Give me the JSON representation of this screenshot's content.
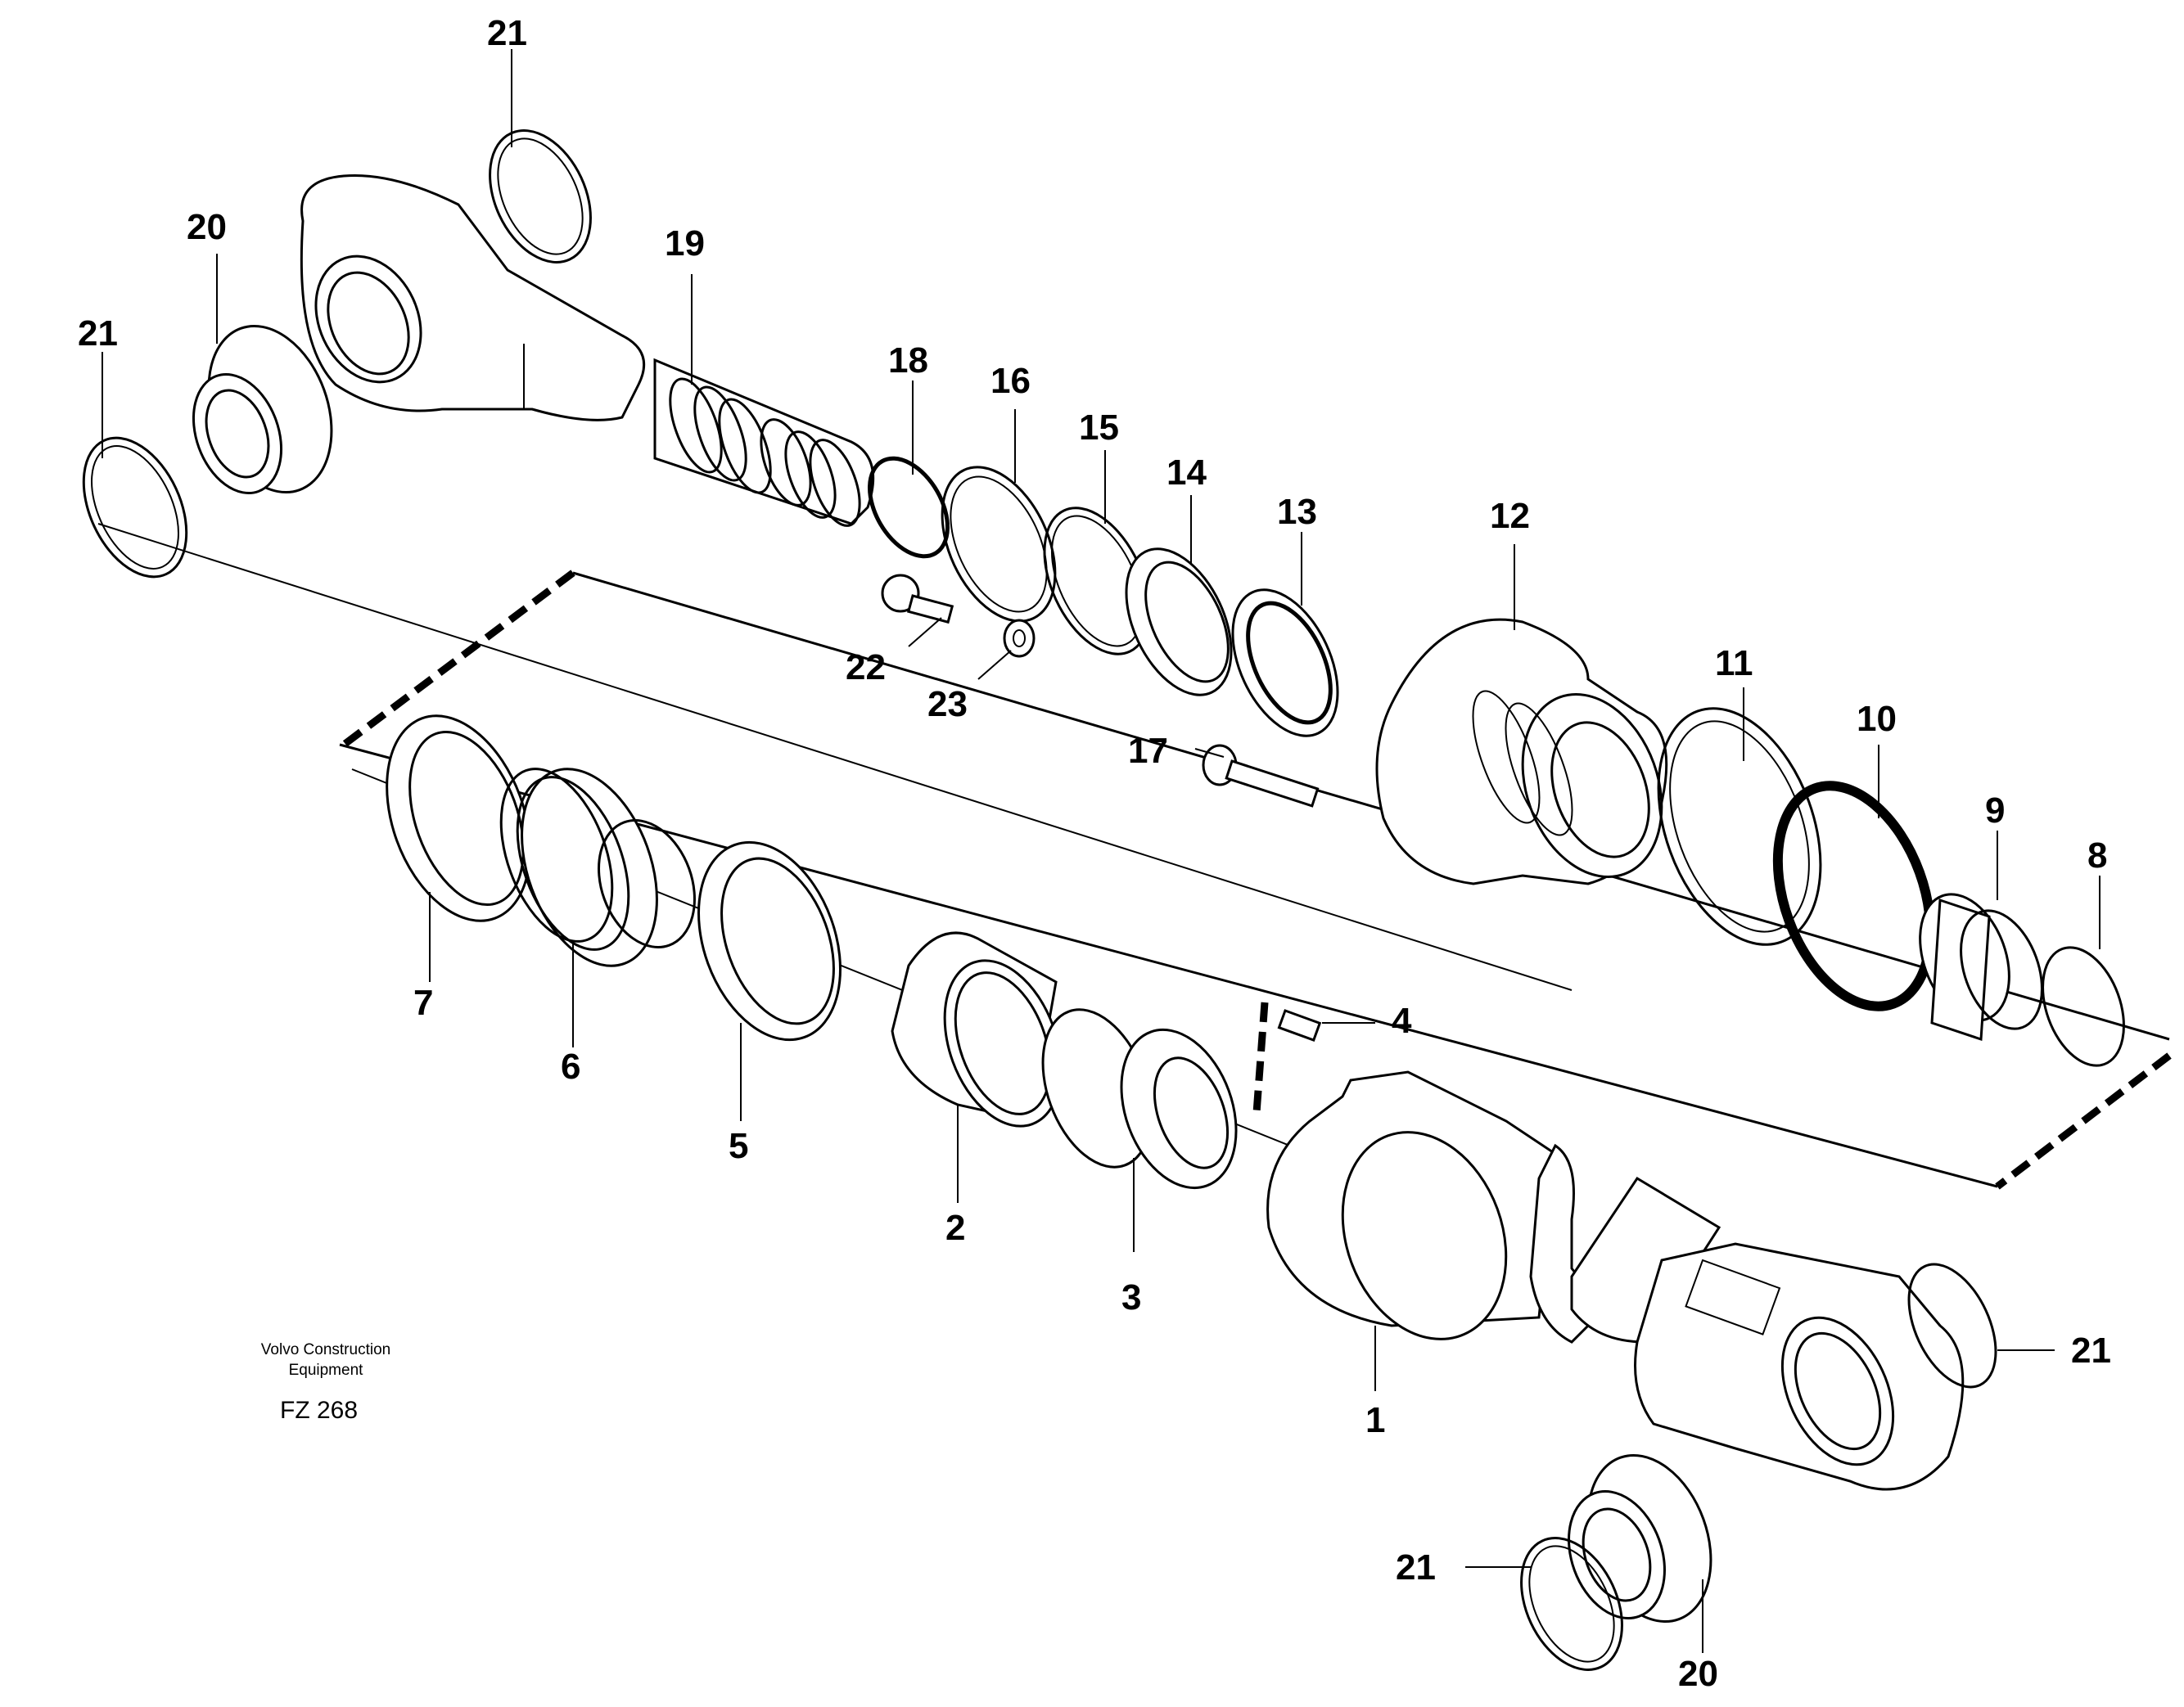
{
  "parts": {
    "p1": "1",
    "p2": "2",
    "p3": "3",
    "p4": "4",
    "p5": "5",
    "p6": "6",
    "p7": "7",
    "p8": "8",
    "p9": "9",
    "p10": "10",
    "p11": "11",
    "p12": "12",
    "p13": "13",
    "p14": "14",
    "p15": "15",
    "p16": "16",
    "p17": "17",
    "p18": "18",
    "p19": "19",
    "p20": "20",
    "p21": "21",
    "p22": "22",
    "p23": "23"
  },
  "caption": {
    "line1": "Volvo Construction",
    "line2": "Equipment",
    "figure": "FZ 268"
  }
}
